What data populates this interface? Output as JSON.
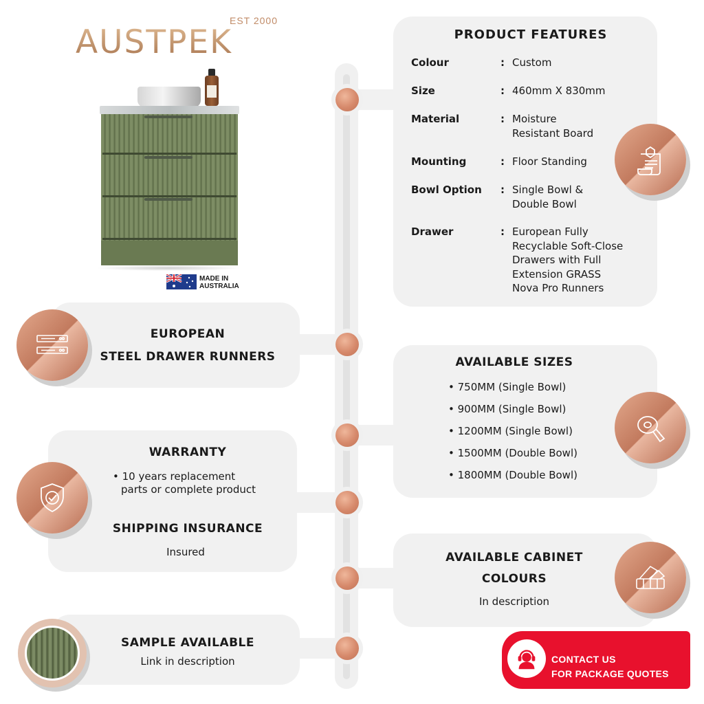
{
  "brand": {
    "est": "EST 2000",
    "name": "AUSTPEK"
  },
  "made_in": {
    "line1": "MADE IN",
    "line2": "AUSTRALIA"
  },
  "product_features": {
    "title": "PRODUCT FEATURES",
    "specs": [
      {
        "label": "Colour",
        "colon": ":",
        "value_lines": [
          "Custom"
        ]
      },
      {
        "label": "Size",
        "colon": ":",
        "value_lines": [
          "460mm X 830mm"
        ]
      },
      {
        "label": "Material",
        "colon": ":",
        "value_lines": [
          "Moisture",
          "Resistant Board"
        ]
      },
      {
        "label": "Mounting",
        "colon": ":",
        "value_lines": [
          "Floor Standing"
        ]
      },
      {
        "label": "Bowl Option",
        "colon": ":",
        "value_lines": [
          "Single Bowl &",
          "Double Bowl"
        ]
      },
      {
        "label": "Drawer",
        "colon": ":",
        "value_lines": [
          "European Fully",
          "Recyclable Soft-Close",
          "Drawers with Full",
          "Extension GRASS",
          "Nova Pro Runners"
        ]
      }
    ]
  },
  "runners": {
    "line1": "EUROPEAN",
    "line2": "STEEL DRAWER RUNNERS"
  },
  "sizes": {
    "title": "AVAILABLE SIZES",
    "items": [
      "• 750MM (Single Bowl)",
      "• 900MM (Single Bowl)",
      "• 1200MM (Single Bowl)",
      "• 1500MM (Double Bowl)",
      "• 1800MM (Double Bowl)"
    ]
  },
  "warranty": {
    "title": "WARRANTY",
    "line1": "• 10 years replacement",
    "line2": "parts or complete product",
    "shipping_title": "SHIPPING INSURANCE",
    "shipping_value": "Insured"
  },
  "colours": {
    "line1": "AVAILABLE CABINET",
    "line2": "COLOURS",
    "value": "In description"
  },
  "sample": {
    "title": "SAMPLE AVAILABLE",
    "value": "Link in description"
  },
  "contact": {
    "line1": "CONTACT US",
    "line2": "FOR PACKAGE QUOTES"
  },
  "colors": {
    "accent": "#d6896b",
    "panel": "#f1f1f1",
    "contact_red": "#e8112d",
    "cabinet_green": "#6f7f58"
  },
  "icons": [
    "spec-document-icon",
    "drawer-runner-icon",
    "tape-measure-icon",
    "shield-check-icon",
    "colour-swatch-icon",
    "headset-icon"
  ]
}
